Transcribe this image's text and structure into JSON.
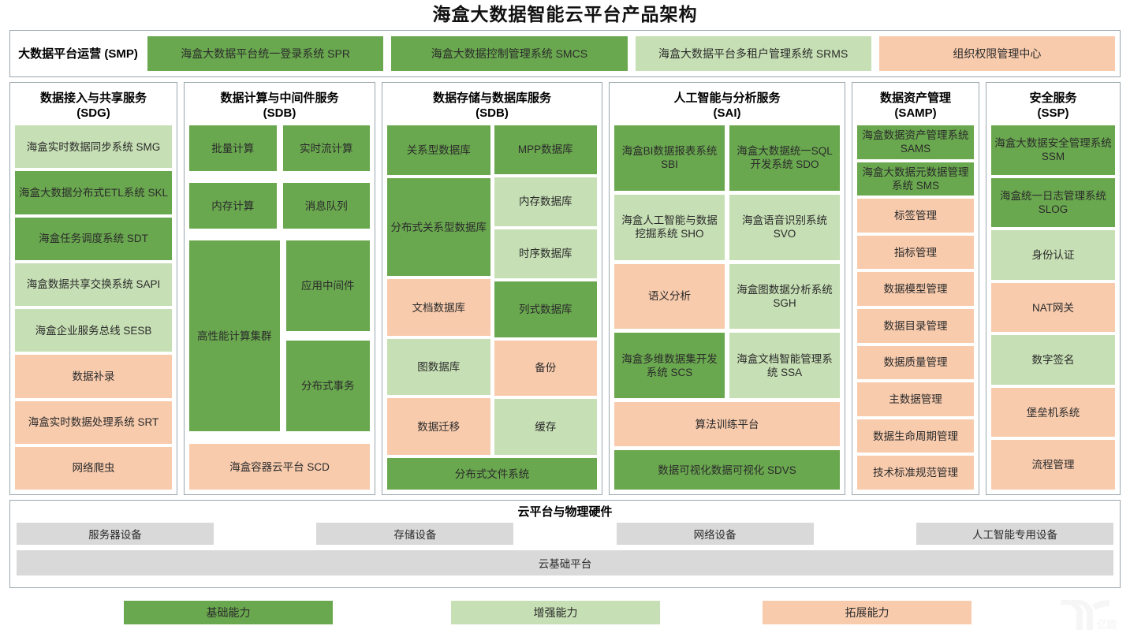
{
  "title": "海盒大数据智能云平台产品架构",
  "smp": {
    "label": "大数据平台运营\n(SMP)",
    "items": [
      {
        "text": "海盒大数据平台统一登录系统 SPR",
        "level": "base"
      },
      {
        "text": "海盒大数据控制管理系统  SMCS",
        "level": "base"
      },
      {
        "text": "海盒大数据平台多租户管理系统 SRMS",
        "level": "enhanced"
      },
      {
        "text": "组织权限管理中心",
        "level": "extended"
      }
    ]
  },
  "columns": [
    {
      "id": "sdg",
      "header": "数据接入与共享服务\n(SDG)",
      "items": [
        {
          "text": "海盒实时数据同步系统 SMG",
          "level": "enhanced"
        },
        {
          "text": "海盒大数据分布式ETL系统  SKL",
          "level": "base"
        },
        {
          "text": "海盒任务调度系统 SDT",
          "level": "base"
        },
        {
          "text": "海盒数据共享交换系统 SAPI",
          "level": "enhanced"
        },
        {
          "text": "海盒企业服务总线 SESB",
          "level": "enhanced"
        },
        {
          "text": "数据补录",
          "level": "extended"
        },
        {
          "text": "海盒实时数据处理系统 SRT",
          "level": "extended"
        },
        {
          "text": "网络爬虫",
          "level": "extended"
        }
      ]
    },
    {
      "id": "sdb1",
      "header": "数据计算与中间件服务\n(SDB)",
      "band1": [
        {
          "text": "批量计算",
          "level": "base"
        },
        {
          "text": "实时流计算",
          "level": "base"
        }
      ],
      "band2": [
        {
          "text": "内存计算",
          "level": "base"
        },
        {
          "text": "消息队列",
          "level": "base"
        }
      ],
      "band3_left": {
        "text": "高性能计算集群",
        "level": "base"
      },
      "band3_right": [
        {
          "text": "应用中间件",
          "level": "base"
        },
        {
          "text": "分布式事务",
          "level": "base"
        }
      ],
      "footer": {
        "text": "海盒容器云平台 SCD",
        "level": "extended"
      }
    },
    {
      "id": "sdb2",
      "header": "数据存储与数据库服务\n(SDB)",
      "left": [
        {
          "text": "关系型数据库",
          "level": "base"
        },
        {
          "text": "分布式关系型数据库",
          "level": "base"
        },
        {
          "text": "文档数据库",
          "level": "extended"
        },
        {
          "text": "图数据库",
          "level": "enhanced"
        },
        {
          "text": "数据迁移",
          "level": "extended"
        }
      ],
      "right": [
        {
          "text": "MPP数据库",
          "level": "base"
        },
        {
          "text": "内存数据库",
          "level": "enhanced"
        },
        {
          "text": "时序数据库",
          "level": "enhanced"
        },
        {
          "text": "列式数据库",
          "level": "base"
        },
        {
          "text": "备份",
          "level": "extended"
        },
        {
          "text": "缓存",
          "level": "enhanced"
        }
      ],
      "footer": {
        "text": "分布式文件系统",
        "level": "base"
      }
    },
    {
      "id": "sai",
      "header": "人工智能与分析服务\n(SAI)",
      "left": [
        {
          "text": "海盒BI数据报表系统 SBI",
          "level": "base"
        },
        {
          "text": "海盒人工智能与数据挖掘系统 SHO",
          "level": "enhanced"
        },
        {
          "text": "语义分析",
          "level": "extended"
        },
        {
          "text": "海盒多维数据集开发系统 SCS",
          "level": "base"
        }
      ],
      "right": [
        {
          "text": "海盒大数据统一SQL开发系统 SDO",
          "level": "base"
        },
        {
          "text": "海盒语音识别系统  SVO",
          "level": "enhanced"
        },
        {
          "text": "海盒图数据分析系统 SGH",
          "level": "enhanced"
        },
        {
          "text": "海盒文档智能管理系统 SSA",
          "level": "enhanced"
        }
      ],
      "footer1": {
        "text": "算法训练平台",
        "level": "extended"
      },
      "footer2": {
        "text": "数据可视化数据可视化 SDVS",
        "level": "base"
      }
    },
    {
      "id": "samp",
      "header": "数据资产管理\n(SAMP)",
      "items": [
        {
          "text": "海盒数据资产管理系统 SAMS",
          "level": "base"
        },
        {
          "text": "海盒大数据元数据管理系统 SMS",
          "level": "base"
        },
        {
          "text": "标签管理",
          "level": "extended"
        },
        {
          "text": "指标管理",
          "level": "extended"
        },
        {
          "text": "数据模型管理",
          "level": "extended"
        },
        {
          "text": "数据目录管理",
          "level": "extended"
        },
        {
          "text": "数据质量管理",
          "level": "extended"
        },
        {
          "text": "主数据管理",
          "level": "extended"
        },
        {
          "text": "数据生命周期管理",
          "level": "extended"
        },
        {
          "text": "技术标准规范管理",
          "level": "extended"
        }
      ]
    },
    {
      "id": "ssp",
      "header": "安全服务\n(SSP)",
      "items": [
        {
          "text": "海盒大数据安全管理系统  SSM",
          "level": "base"
        },
        {
          "text": "海盒统一日志管理系统  SLOG",
          "level": "base"
        },
        {
          "text": "身份认证",
          "level": "enhanced"
        },
        {
          "text": "NAT网关",
          "level": "extended"
        },
        {
          "text": "数字签名",
          "level": "enhanced"
        },
        {
          "text": "堡垒机系统",
          "level": "extended"
        },
        {
          "text": "流程管理",
          "level": "extended"
        }
      ]
    }
  ],
  "hardware": {
    "title": "云平台与物理硬件",
    "devices": [
      "服务器设备",
      "存储设备",
      "网络设备",
      "人工智能专用设备"
    ],
    "base_platform": "云基础平台"
  },
  "legend": [
    {
      "text": "基础能力",
      "level": "base"
    },
    {
      "text": "增强能力",
      "level": "enhanced"
    },
    {
      "text": "拓展能力",
      "level": "extended"
    }
  ],
  "colors": {
    "base": "#6aa84f",
    "enhanced": "#c6dfb4",
    "extended": "#f8cbad",
    "hardware": "#d9d9d9",
    "panel_border": "#9aa7ae",
    "text": "#2b2b2b"
  }
}
